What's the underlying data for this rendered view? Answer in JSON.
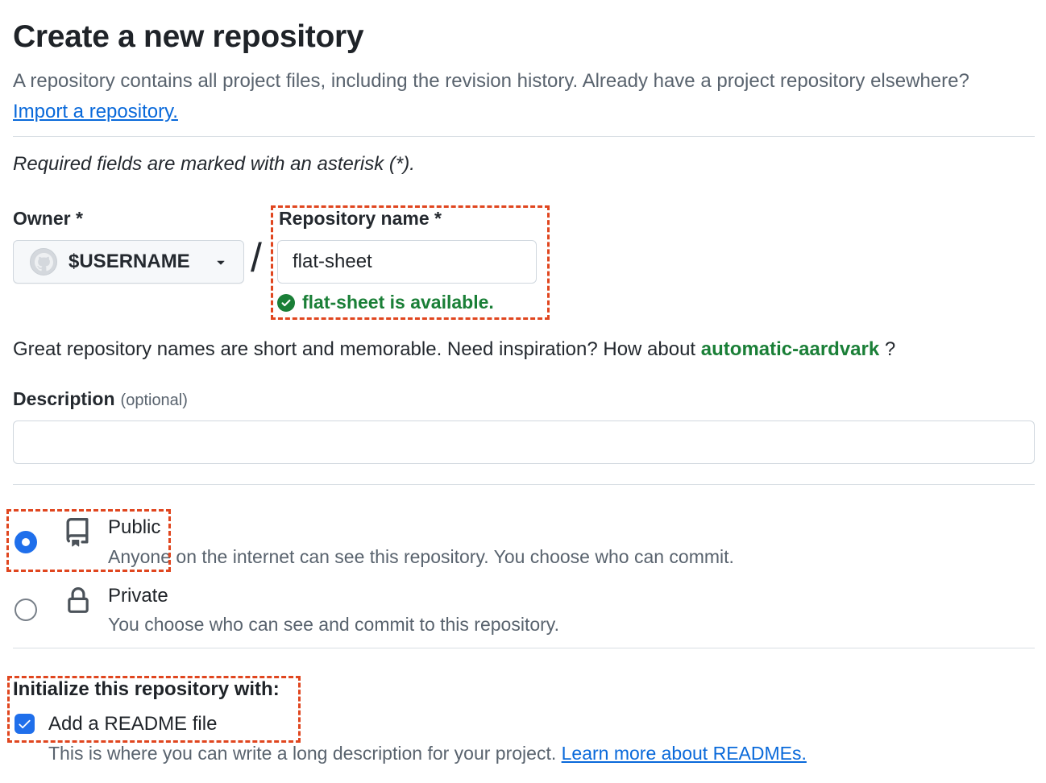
{
  "page": {
    "title": "Create a new repository",
    "intro_text": "A repository contains all project files, including the revision history. Already have a project repository elsewhere?",
    "intro_link": "Import a repository.",
    "required_note": "Required fields are marked with an asterisk (*)."
  },
  "owner": {
    "label": "Owner *",
    "value": "$USERNAME",
    "separator": "/"
  },
  "repo_name": {
    "label": "Repository name *",
    "value": "flat-sheet",
    "availability_message": "flat-sheet is available."
  },
  "inspiration": {
    "prefix": "Great repository names are short and memorable. Need inspiration? How about ",
    "suggestion": "automatic-aardvark",
    "suffix": " ?"
  },
  "description": {
    "label": "Description",
    "optional": "(optional)",
    "value": ""
  },
  "visibility": {
    "public": {
      "label": "Public",
      "description": "Anyone on the internet can see this repository. You choose who can commit.",
      "selected": true
    },
    "private": {
      "label": "Private",
      "description": "You choose who can see and commit to this repository.",
      "selected": false
    }
  },
  "initialize": {
    "heading": "Initialize this repository with:",
    "readme_label": "Add a README file",
    "readme_checked": true,
    "readme_help": "This is where you can write a long description for your project. ",
    "readme_link": "Learn more about READMEs."
  },
  "colors": {
    "accent_blue": "#1f6feb",
    "link_blue": "#0969da",
    "success_green": "#1a7f37",
    "annotation_red": "#e0461f",
    "muted_text": "#59636e"
  }
}
